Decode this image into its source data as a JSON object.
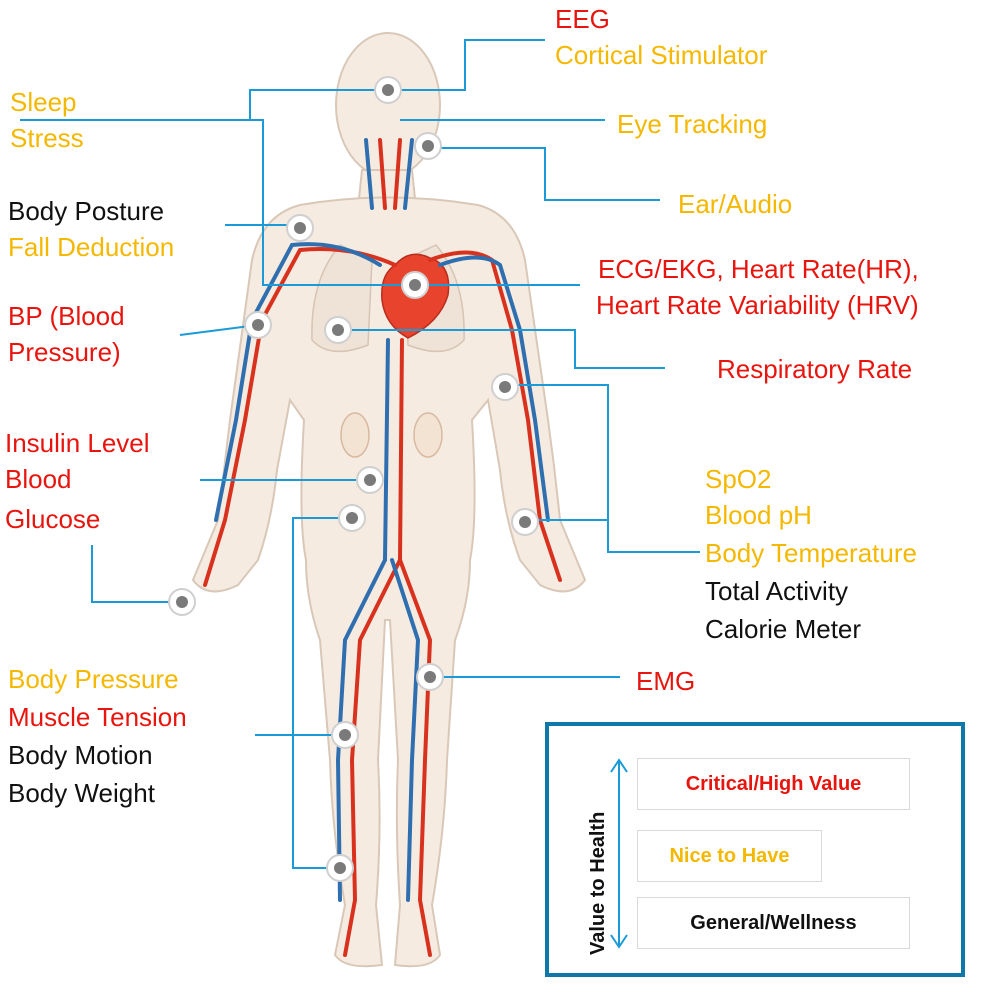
{
  "labels": {
    "eeg": "EEG",
    "cortical_stimulator": "Cortical Stimulator",
    "sleep": "Sleep",
    "stress": "Stress",
    "eye_tracking": "Eye Tracking",
    "ear_audio": "Ear/Audio",
    "body_posture": "Body Posture",
    "fall_deduction": "Fall Deduction",
    "ecg_line1": "ECG/EKG, Heart Rate(HR),",
    "ecg_line2": "Heart Rate Variability (HRV)",
    "bp_line1": "BP (Blood",
    "bp_line2": "Pressure)",
    "respiratory_rate": "Respiratory Rate",
    "insulin_level": "Insulin Level",
    "blood": "Blood",
    "glucose": "Glucose",
    "spo2": "SpO2",
    "blood_ph": "Blood pH",
    "body_temperature": "Body Temperature",
    "total_activity": "Total Activity",
    "calorie_meter": "Calorie Meter",
    "emg": "EMG",
    "body_pressure": "Body Pressure",
    "muscle_tension": "Muscle Tension",
    "body_motion": "Body Motion",
    "body_weight": "Body Weight"
  },
  "legend": {
    "axis_label": "Value to Health",
    "critical": "Critical/High Value",
    "nice": "Nice to Have",
    "general": "General/Wellness"
  },
  "colors": {
    "critical": "#e8150e",
    "nice": "#f5b800",
    "general": "#111111",
    "connector": "#1a9bd7",
    "legend_border": "#0e79a8",
    "body_fill": "#f6ebe1",
    "artery": "#d8321f",
    "vein": "#2f6fb0"
  }
}
